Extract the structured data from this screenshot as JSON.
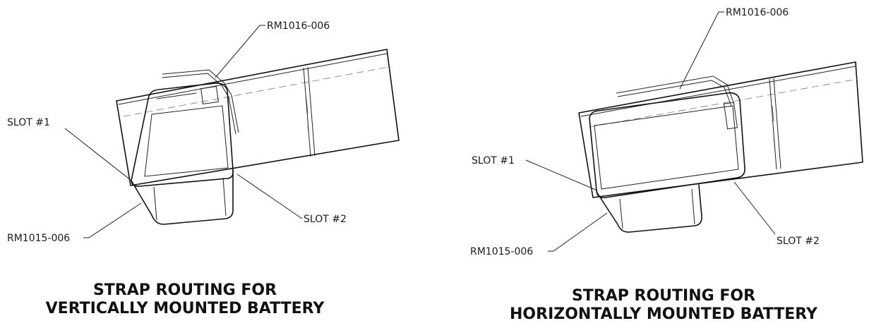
{
  "views": [
    {
      "title_line1": "STRAP ROUTING FOR",
      "title_line2": "VERTICALLY MOUNTED BATTERY",
      "labels": {
        "top_part": "RM1016-006",
        "slot1": "SLOT #1",
        "slot2": "SLOT #2",
        "bottom_part": "RM1015-006"
      }
    },
    {
      "title_line1": "STRAP ROUTING FOR",
      "title_line2": "HORIZONTALLY MOUNTED BATTERY",
      "labels": {
        "top_part": "RM1016-006",
        "slot1": "SLOT #1",
        "slot2": "SLOT #2",
        "bottom_part": "RM1015-006"
      }
    }
  ]
}
